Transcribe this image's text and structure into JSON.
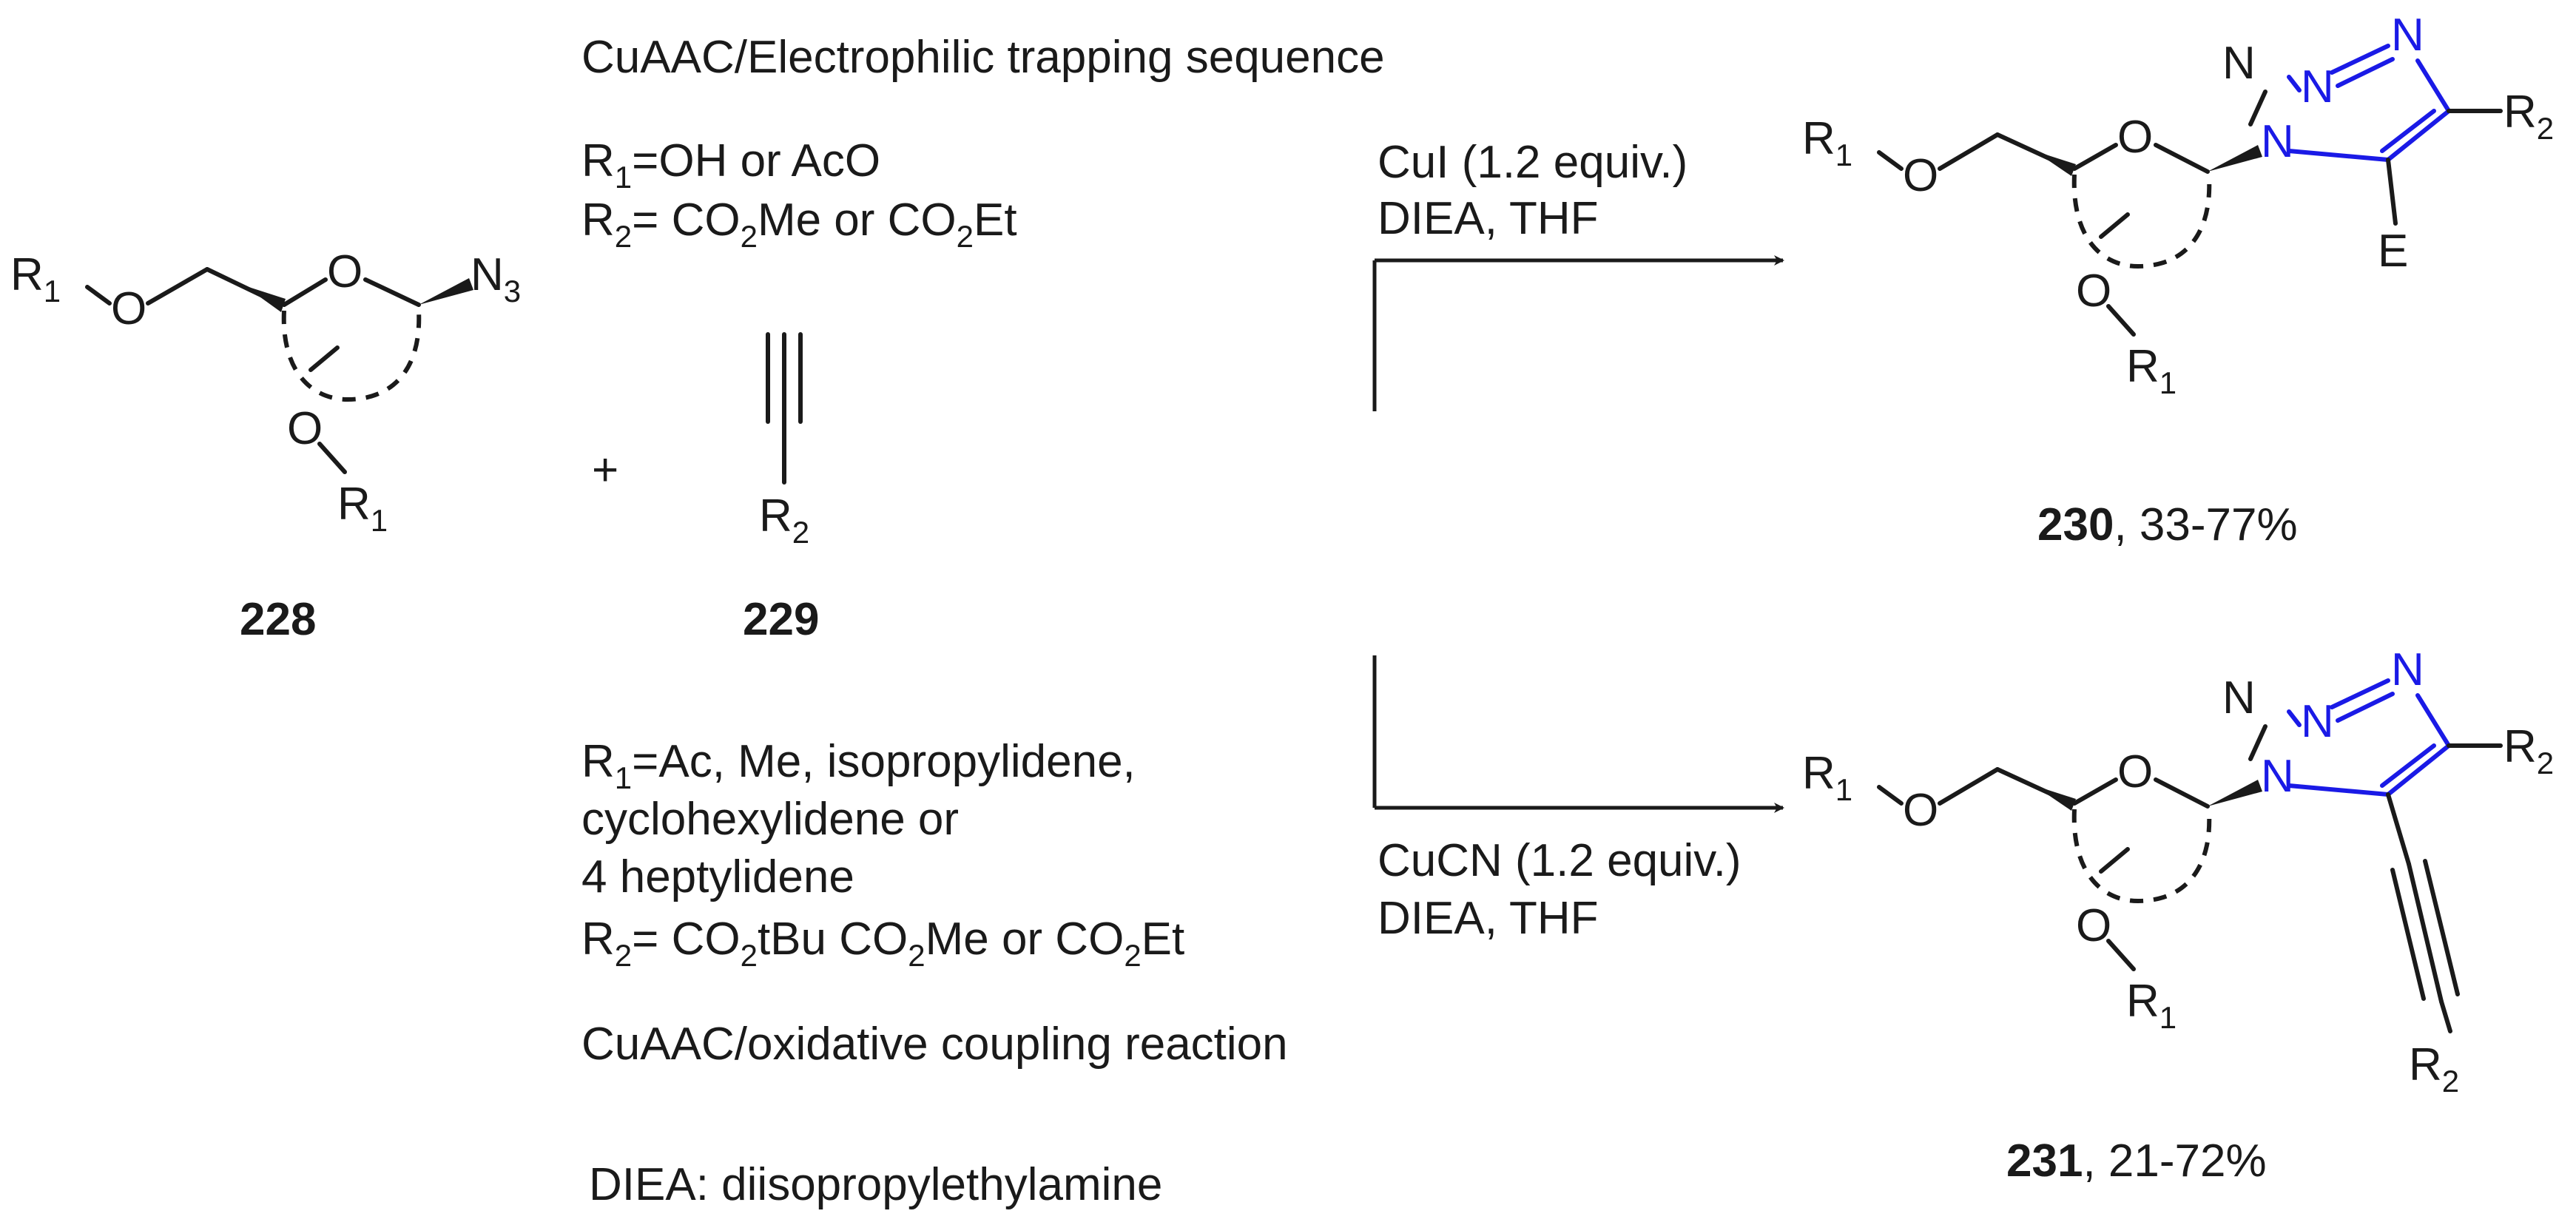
{
  "top_heading": "CuAAC/Electrophilic trapping sequence",
  "top_r1": "=OH or AcO",
  "top_r2a": "= CO",
  "top_r2b": "Me or CO",
  "top_r2c": "Et",
  "top_reagent1": "CuI (1.2 equiv.)",
  "top_reagent2": "DIEA, THF",
  "bottom_r1_line1": "=Ac, Me, isopropylidene,",
  "bottom_r1_line2": "cyclohexylidene or",
  "bottom_r1_line3": "4 heptylidene",
  "bottom_r2a": "= CO",
  "bottom_r2b": "tBu CO",
  "bottom_r2c": "Me or CO",
  "bottom_r2d": "Et",
  "bottom_heading": "CuAAC/oxidative coupling reaction",
  "bottom_reagent1": "CuCN (1.2 equiv.)",
  "bottom_reagent2": "DIEA, THF",
  "footnote": "DIEA: diisopropylethylamine",
  "plus": "+",
  "compound_228": "228",
  "compound_229": "229",
  "compound_230": "230",
  "yield_230": ", 33-77%",
  "compound_231": "231",
  "yield_231": ", 21-72%",
  "atoms": {
    "R": "R",
    "sub1": "1",
    "sub2": "2",
    "sub3": "3",
    "O": "O",
    "N": "N",
    "E": "E"
  },
  "colors": {
    "text": "#1a1a1a",
    "triazole": "#1a1ae6"
  }
}
